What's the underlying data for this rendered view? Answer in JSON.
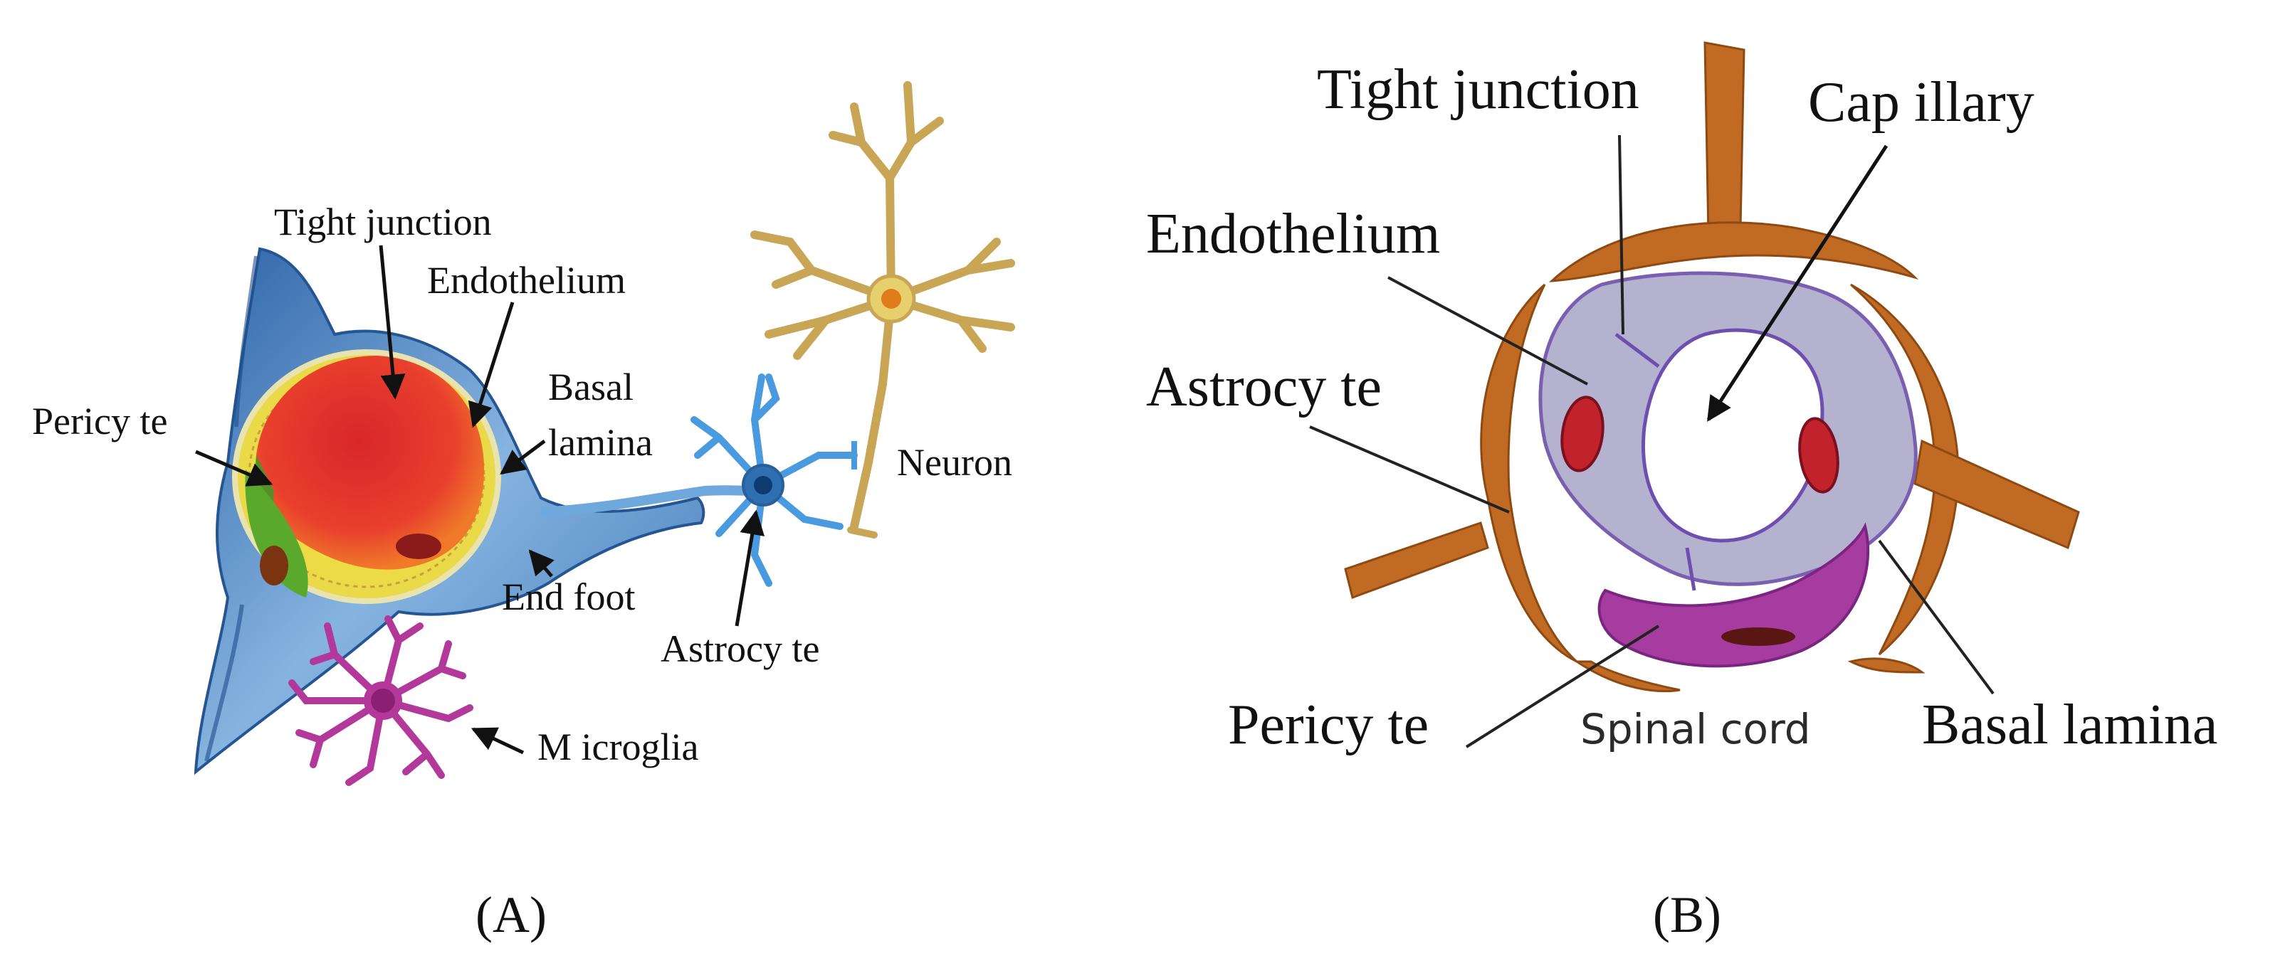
{
  "panel_a": {
    "letter": "(A)",
    "labels": {
      "tight_junction": "Tight junction",
      "endothelium": "Endothelium",
      "basal": "Basal",
      "lamina": "lamina",
      "pericyte": "Pericy te",
      "end_foot": "End foot",
      "astrocyte": "Astrocy te",
      "microglia": "M icroglia",
      "neuron": "Neuron"
    }
  },
  "panel_b": {
    "letter": "(B)",
    "labels": {
      "tight_junction": "Tight junction",
      "capillary": "Cap illary",
      "endothelium": "Endothelium",
      "astrocyte": "Astrocy te",
      "pericyte": "Pericy te",
      "spinal_cord": "Spinal cord",
      "basal_lamina": "Basal lamina"
    }
  },
  "colors": {
    "astrocyte_blue": "#3f78b8",
    "vessel_red": "#e8342c",
    "neuron_gold": "#c9a556",
    "microglia_magenta": "#b2389a",
    "astrocyte_brown": "#c06a24",
    "endothelium_gray": "#b4b2cf",
    "pericyte_purple": "#a63ba0"
  }
}
